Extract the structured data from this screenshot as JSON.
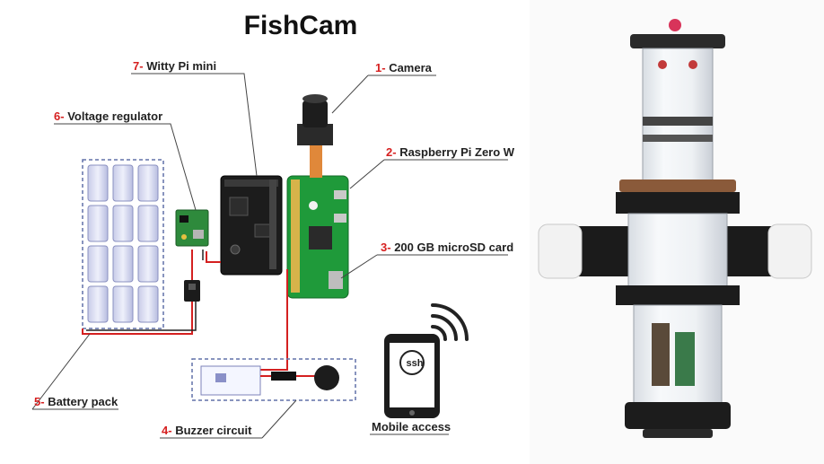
{
  "title": "FishCam",
  "labels": [
    {
      "id": "camera",
      "num": "1-",
      "text": "Camera"
    },
    {
      "id": "raspberry-pi",
      "num": "2-",
      "text": "Raspberry Pi Zero W"
    },
    {
      "id": "microsd",
      "num": "3-",
      "text": "200 GB microSD card"
    },
    {
      "id": "buzzer",
      "num": "4-",
      "text": "Buzzer circuit"
    },
    {
      "id": "battery",
      "num": "5-",
      "text": "Battery pack"
    },
    {
      "id": "regulator",
      "num": "6-",
      "text": "Voltage regulator"
    },
    {
      "id": "wittypi",
      "num": "7-",
      "text": "Witty Pi mini"
    }
  ],
  "mobile_access": "Mobile access",
  "ssh_logo": "ssh",
  "colors": {
    "label_number": "#d61f1f",
    "wire_red": "#d42020",
    "pcb_green": "#1f9a3a",
    "dash_box": "#6070a8"
  }
}
